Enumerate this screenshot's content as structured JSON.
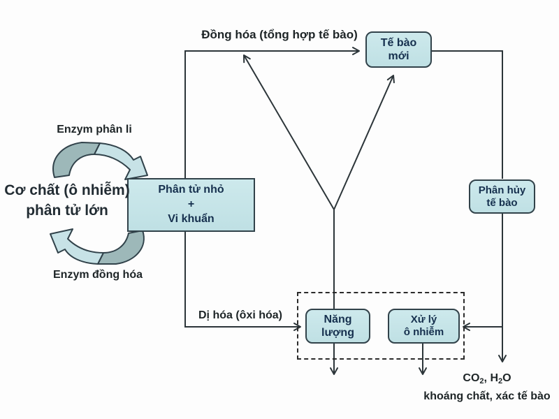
{
  "diagram": {
    "title_hint": "Bacterial metabolism of pollutants",
    "labels": {
      "dong_hoa": "Đồng hóa (tổng hợp tế bào)",
      "di_hoa": "Dị hóa (ôxi hóa)",
      "enzym_phan_li": "Enzym phân li",
      "enzym_dong_hoa": "Enzym đồng hóa",
      "co_chat_line1": "Cơ chất (ô nhiễm)",
      "co_chat_line2": "phân tử lớn",
      "products": {
        "p1": "CO",
        "s1": "2",
        "p2": ", H",
        "s2": "2",
        "p3": "O"
      },
      "products_line2": "khoáng chất, xác tế bào"
    },
    "boxes": {
      "te_bao_moi": {
        "line1": "Tế bào",
        "line2": "mới"
      },
      "phan_huy": {
        "line1": "Phân hủy",
        "line2": "tế bào"
      },
      "phan_tu_nho": {
        "line1": "Phân tử nhỏ",
        "line2": "+",
        "line3": "Vi khuẩn"
      },
      "nang_luong": {
        "line1": "Năng",
        "line2": "lượng"
      },
      "xu_ly": {
        "line1": "Xử lý",
        "line2": "ô nhiễm"
      }
    },
    "colors": {
      "box_fill": "#cde9ec",
      "box_border": "#31424a",
      "box_text": "#16304e",
      "label_text": "#1d2426",
      "line": "#2c3539",
      "arrow_dark": "#9db8b9",
      "arrow_light": "#c7e2e6"
    }
  }
}
